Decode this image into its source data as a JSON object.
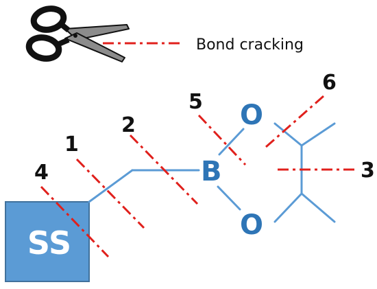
{
  "legend": {
    "label": "Bond cracking",
    "icon": "scissors-icon"
  },
  "substrate": {
    "label": "SS"
  },
  "atoms": {
    "boron": "B",
    "oxygen_top": "O",
    "oxygen_bottom": "O"
  },
  "cracking_sites": [
    "1",
    "2",
    "3",
    "4",
    "5",
    "6"
  ],
  "colors": {
    "bond": "#5b9bd5",
    "atom_text": "#2e75b6",
    "substrate_fill": "#5b9bd5",
    "substrate_stroke": "#41719c",
    "cut_line": "#e0201c",
    "scissors_blade": "#8c8c8c",
    "scissors_outline": "#111111"
  }
}
